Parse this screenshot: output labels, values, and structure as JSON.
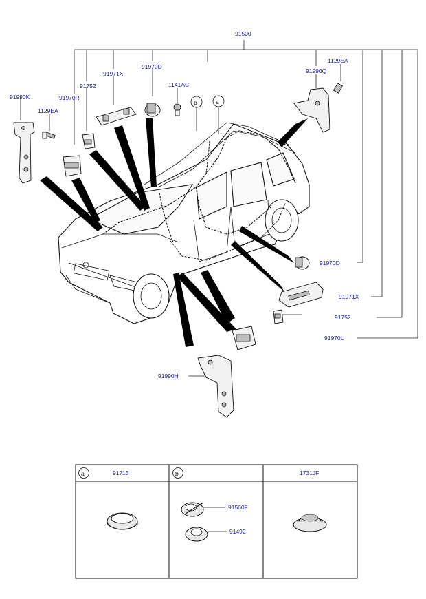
{
  "callouts": {
    "c91500": "91500",
    "c1129EA_top": "1129EA",
    "c91990Q": "91990Q",
    "c91970D_top": "91970D",
    "c91971X_top": "91971X",
    "c91752_top": "91752",
    "c91970R": "91970R",
    "c91990K": "91990K",
    "c1129EA_left": "1129EA",
    "c1141AC": "1141AC",
    "c91970D_right": "91970D",
    "c91971X_right": "91971X",
    "c91752_right": "91752",
    "c91970L": "91970L",
    "c91990H": "91990H",
    "marker_a": "a",
    "marker_b": "b"
  },
  "table": {
    "col_a_letter": "a",
    "col_a_part": "91713",
    "col_b_letter": "b",
    "col_b_part": "",
    "col_c_part": "1731JF",
    "b_item1": "91560F",
    "b_item2": "91492"
  }
}
